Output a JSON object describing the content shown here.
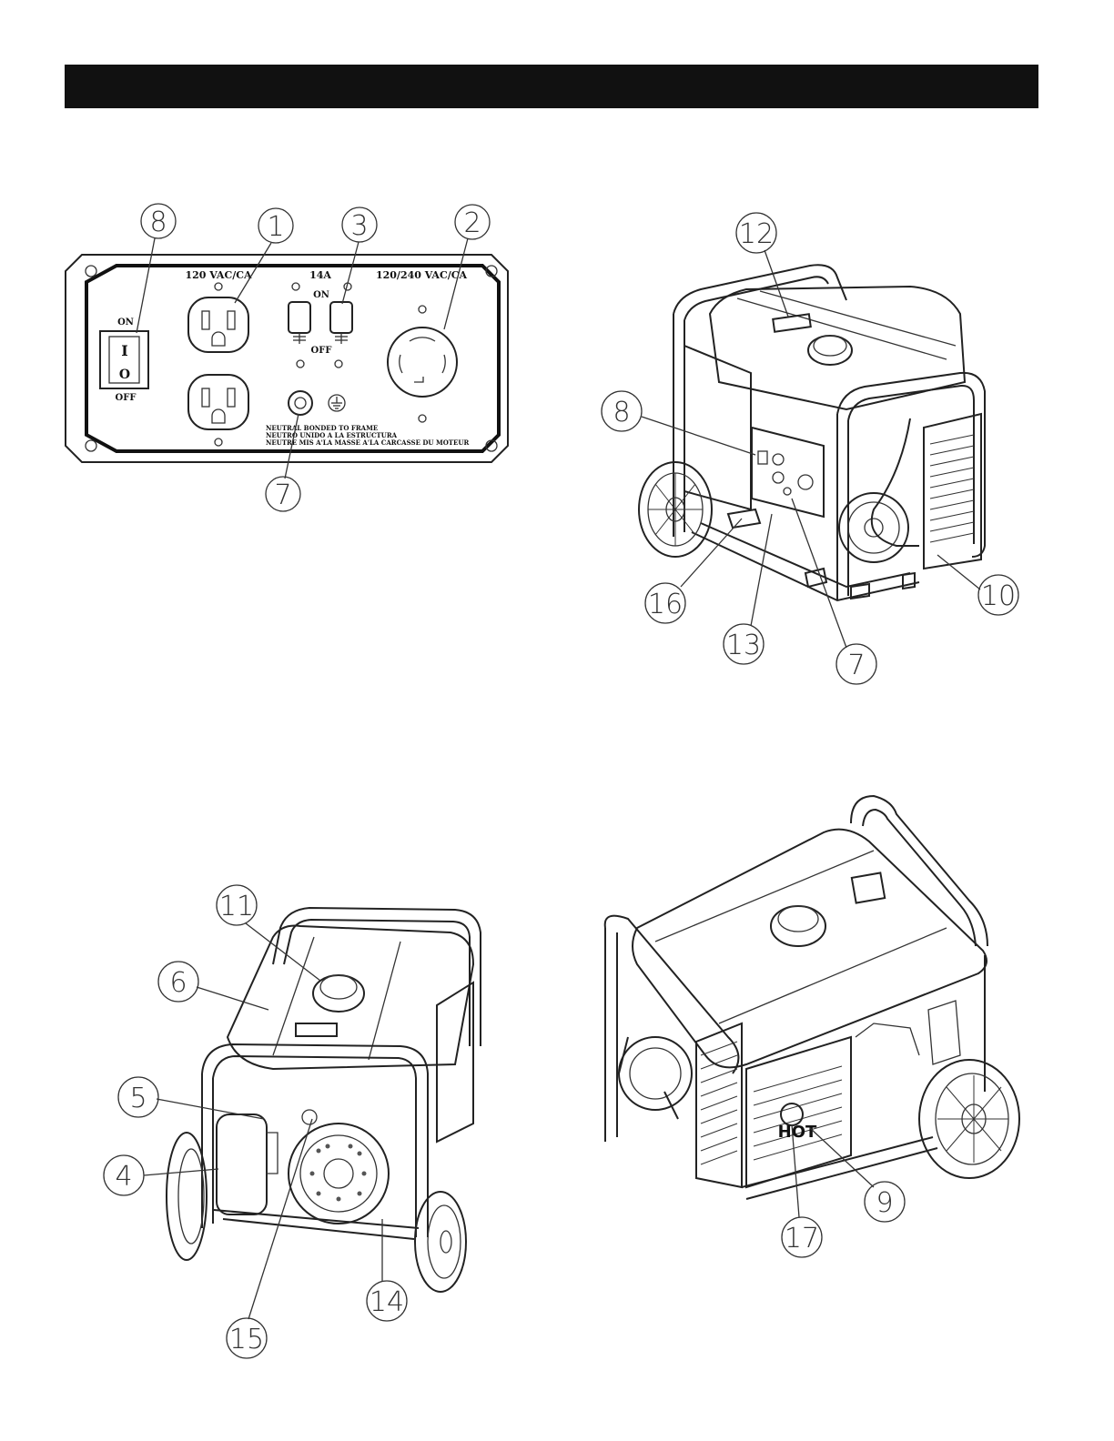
{
  "panel": {
    "receptacle_label": "120 VAC/CA",
    "breaker_label": "14A",
    "breaker_on": "ON",
    "breaker_off": "OFF",
    "twist_lock_label": "120/240 VAC/CA",
    "switch_on": "ON",
    "switch_off": "OFF",
    "switch_symbol_on": "I",
    "switch_symbol_off": "O",
    "neutral_line_1": "NEUTRAL BONDED TO FRAME",
    "neutral_line_2": "NEUTRO UNIDO A LA ESTRUCTURA",
    "neutral_line_3": "NEUTRE MIS A'LA MASSE A'LA CARCASSE DU MOTEUR"
  },
  "callouts": {
    "panel": [
      "8",
      "1",
      "3",
      "2",
      "7"
    ],
    "front_right": [
      "12",
      "8",
      "16",
      "13",
      "7",
      "10"
    ],
    "front_left": [
      "11",
      "6",
      "5",
      "4",
      "15",
      "14"
    ],
    "rear": [
      "9",
      "17"
    ]
  },
  "decal_text": "HOT"
}
